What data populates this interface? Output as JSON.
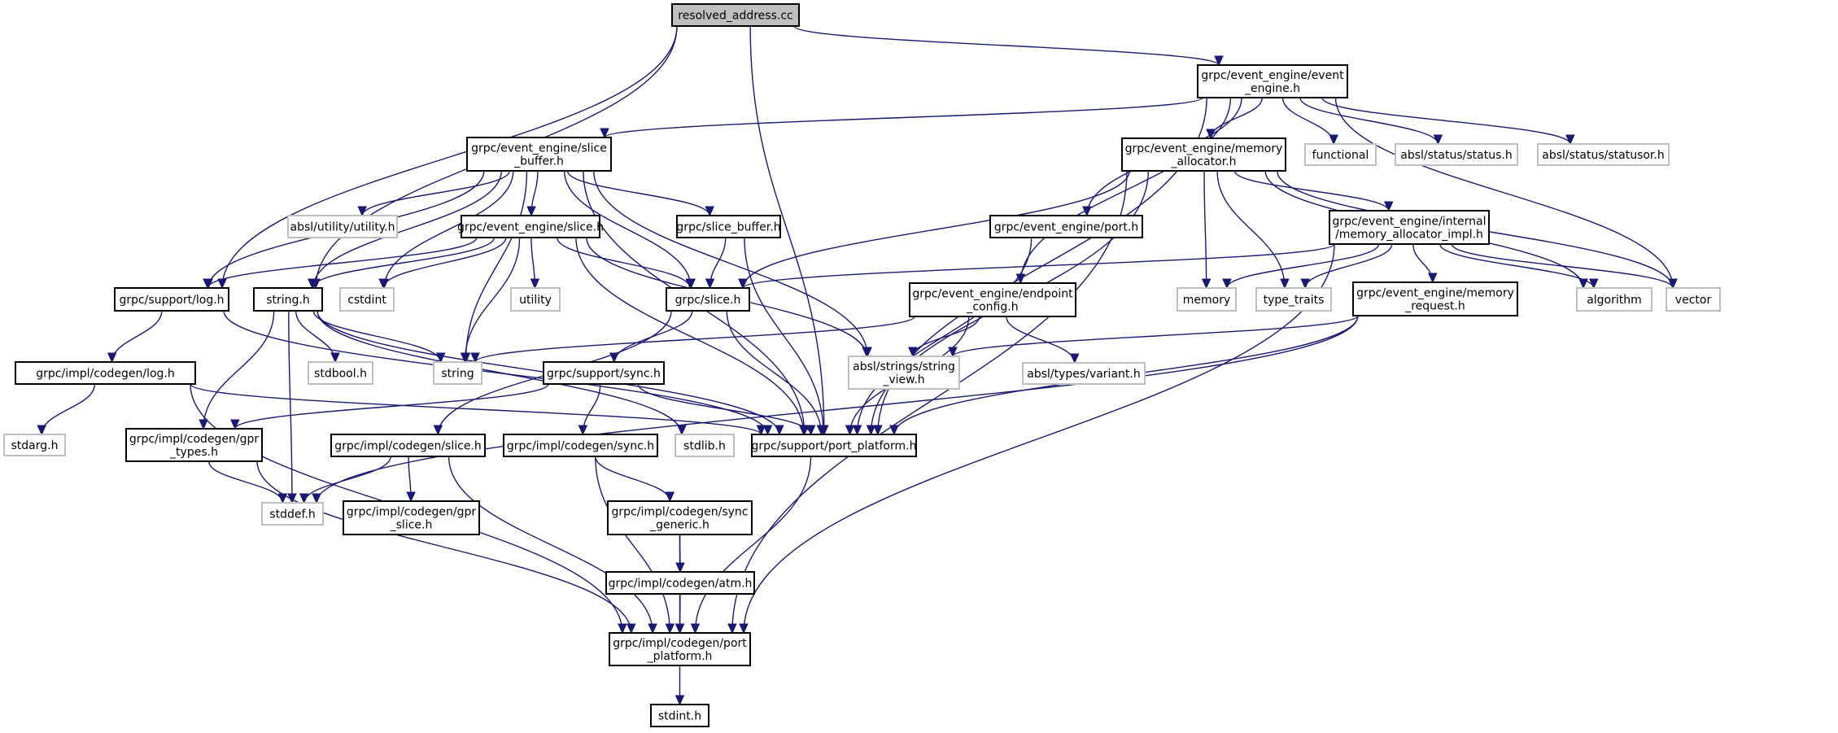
{
  "diagram": {
    "type": "include-dependency-graph",
    "title": "resolved_address.cc",
    "colors": {
      "edge": "#191970",
      "root_fill": "#bfbfbf",
      "node_border": "#000000",
      "external_border": "#bfbfbf"
    },
    "nodes": [
      {
        "id": "root",
        "lines": [
          "resolved_address.cc"
        ],
        "kind": "root"
      },
      {
        "id": "ee_event_engine",
        "lines": [
          "grpc/event_engine/event",
          "_engine.h"
        ],
        "kind": "main"
      },
      {
        "id": "ee_slice_buffer",
        "lines": [
          "grpc/event_engine/slice",
          "_buffer.h"
        ],
        "kind": "main"
      },
      {
        "id": "ee_memory_allocator",
        "lines": [
          "grpc/event_engine/memory",
          "_allocator.h"
        ],
        "kind": "main"
      },
      {
        "id": "functional",
        "lines": [
          "functional"
        ],
        "kind": "ext"
      },
      {
        "id": "absl_status",
        "lines": [
          "absl/status/status.h"
        ],
        "kind": "ext"
      },
      {
        "id": "absl_statusor",
        "lines": [
          "absl/status/statusor.h"
        ],
        "kind": "ext"
      },
      {
        "id": "absl_utility",
        "lines": [
          "absl/utility/utility.h"
        ],
        "kind": "ext"
      },
      {
        "id": "ee_slice",
        "lines": [
          "grpc/event_engine/slice.h"
        ],
        "kind": "main"
      },
      {
        "id": "grpc_slice_buffer",
        "lines": [
          "grpc/slice_buffer.h"
        ],
        "kind": "main"
      },
      {
        "id": "ee_port",
        "lines": [
          "grpc/event_engine/port.h"
        ],
        "kind": "main"
      },
      {
        "id": "ee_mem_alloc_impl",
        "lines": [
          "grpc/event_engine/internal",
          "/memory_allocator_impl.h"
        ],
        "kind": "main"
      },
      {
        "id": "support_log",
        "lines": [
          "grpc/support/log.h"
        ],
        "kind": "main"
      },
      {
        "id": "string_h",
        "lines": [
          "string.h"
        ],
        "kind": "main"
      },
      {
        "id": "cstdint",
        "lines": [
          "cstdint"
        ],
        "kind": "ext"
      },
      {
        "id": "utility",
        "lines": [
          "utility"
        ],
        "kind": "ext"
      },
      {
        "id": "grpc_slice",
        "lines": [
          "grpc/slice.h"
        ],
        "kind": "main"
      },
      {
        "id": "ee_endpoint_config",
        "lines": [
          "grpc/event_engine/endpoint",
          "_config.h"
        ],
        "kind": "main"
      },
      {
        "id": "memory",
        "lines": [
          "memory"
        ],
        "kind": "ext"
      },
      {
        "id": "type_traits",
        "lines": [
          "type_traits"
        ],
        "kind": "ext"
      },
      {
        "id": "ee_memory_request",
        "lines": [
          "grpc/event_engine/memory",
          "_request.h"
        ],
        "kind": "main"
      },
      {
        "id": "algorithm",
        "lines": [
          "algorithm"
        ],
        "kind": "ext"
      },
      {
        "id": "vector",
        "lines": [
          "vector"
        ],
        "kind": "ext"
      },
      {
        "id": "codegen_log",
        "lines": [
          "grpc/impl/codegen/log.h"
        ],
        "kind": "main"
      },
      {
        "id": "stdbool",
        "lines": [
          "stdbool.h"
        ],
        "kind": "ext"
      },
      {
        "id": "string",
        "lines": [
          "string"
        ],
        "kind": "ext"
      },
      {
        "id": "support_sync",
        "lines": [
          "grpc/support/sync.h"
        ],
        "kind": "main"
      },
      {
        "id": "absl_string_view",
        "lines": [
          "absl/strings/string",
          "_view.h"
        ],
        "kind": "ext"
      },
      {
        "id": "absl_variant",
        "lines": [
          "absl/types/variant.h"
        ],
        "kind": "ext"
      },
      {
        "id": "stdarg",
        "lines": [
          "stdarg.h"
        ],
        "kind": "ext"
      },
      {
        "id": "gpr_types",
        "lines": [
          "grpc/impl/codegen/gpr",
          "_types.h"
        ],
        "kind": "main"
      },
      {
        "id": "codegen_slice",
        "lines": [
          "grpc/impl/codegen/slice.h"
        ],
        "kind": "main"
      },
      {
        "id": "codegen_sync",
        "lines": [
          "grpc/impl/codegen/sync.h"
        ],
        "kind": "main"
      },
      {
        "id": "stdlib",
        "lines": [
          "stdlib.h"
        ],
        "kind": "ext"
      },
      {
        "id": "support_port_platform",
        "lines": [
          "grpc/support/port_platform.h"
        ],
        "kind": "main"
      },
      {
        "id": "stddef",
        "lines": [
          "stddef.h"
        ],
        "kind": "ext"
      },
      {
        "id": "gpr_slice",
        "lines": [
          "grpc/impl/codegen/gpr",
          "_slice.h"
        ],
        "kind": "main"
      },
      {
        "id": "sync_generic",
        "lines": [
          "grpc/impl/codegen/sync",
          "_generic.h"
        ],
        "kind": "main"
      },
      {
        "id": "atm",
        "lines": [
          "grpc/impl/codegen/atm.h"
        ],
        "kind": "main"
      },
      {
        "id": "codegen_port_platform",
        "lines": [
          "grpc/impl/codegen/port",
          "_platform.h"
        ],
        "kind": "main"
      },
      {
        "id": "stdint",
        "lines": [
          "stdint.h"
        ],
        "kind": "main"
      }
    ],
    "edges": [
      [
        "root",
        "ee_event_engine"
      ],
      [
        "root",
        "support_log"
      ],
      [
        "root",
        "string_h"
      ],
      [
        "root",
        "support_port_platform"
      ],
      [
        "ee_event_engine",
        "ee_slice_buffer"
      ],
      [
        "ee_event_engine",
        "ee_memory_allocator"
      ],
      [
        "ee_event_engine",
        "functional"
      ],
      [
        "ee_event_engine",
        "absl_status"
      ],
      [
        "ee_event_engine",
        "absl_statusor"
      ],
      [
        "ee_event_engine",
        "vector"
      ],
      [
        "ee_event_engine",
        "ee_port"
      ],
      [
        "ee_event_engine",
        "ee_endpoint_config"
      ],
      [
        "ee_event_engine",
        "support_port_platform"
      ],
      [
        "ee_slice_buffer",
        "absl_utility"
      ],
      [
        "ee_slice_buffer",
        "ee_slice"
      ],
      [
        "ee_slice_buffer",
        "grpc_slice_buffer"
      ],
      [
        "ee_slice_buffer",
        "grpc_slice"
      ],
      [
        "ee_slice_buffer",
        "support_log"
      ],
      [
        "ee_slice_buffer",
        "string_h"
      ],
      [
        "ee_slice_buffer",
        "cstdint"
      ],
      [
        "ee_slice_buffer",
        "string"
      ],
      [
        "ee_slice_buffer",
        "support_port_platform"
      ],
      [
        "ee_slice_buffer",
        "absl_string_view"
      ],
      [
        "ee_memory_allocator",
        "memory"
      ],
      [
        "ee_memory_allocator",
        "type_traits"
      ],
      [
        "ee_memory_allocator",
        "ee_mem_alloc_impl"
      ],
      [
        "ee_memory_allocator",
        "algorithm"
      ],
      [
        "ee_memory_allocator",
        "vector"
      ],
      [
        "ee_memory_allocator",
        "grpc_slice"
      ],
      [
        "ee_memory_allocator",
        "support_port_platform"
      ],
      [
        "ee_memory_allocator",
        "codegen_port_platform"
      ],
      [
        "ee_mem_alloc_impl",
        "memory"
      ],
      [
        "ee_mem_alloc_impl",
        "type_traits"
      ],
      [
        "ee_mem_alloc_impl",
        "ee_memory_request"
      ],
      [
        "ee_mem_alloc_impl",
        "algorithm"
      ],
      [
        "ee_mem_alloc_impl",
        "vector"
      ],
      [
        "ee_mem_alloc_impl",
        "grpc_slice"
      ],
      [
        "ee_mem_alloc_impl",
        "codegen_port_platform"
      ],
      [
        "ee_slice",
        "support_log"
      ],
      [
        "ee_slice",
        "string_h"
      ],
      [
        "ee_slice",
        "cstdint"
      ],
      [
        "ee_slice",
        "utility"
      ],
      [
        "ee_slice",
        "string"
      ],
      [
        "ee_slice",
        "grpc_slice"
      ],
      [
        "ee_slice",
        "support_port_platform"
      ],
      [
        "ee_slice",
        "absl_string_view"
      ],
      [
        "grpc_slice_buffer",
        "grpc_slice"
      ],
      [
        "grpc_slice_buffer",
        "support_port_platform"
      ],
      [
        "ee_port",
        "support_port_platform"
      ],
      [
        "grpc_slice",
        "support_sync"
      ],
      [
        "grpc_slice",
        "codegen_slice"
      ],
      [
        "grpc_slice",
        "support_port_platform"
      ],
      [
        "ee_endpoint_config",
        "string"
      ],
      [
        "ee_endpoint_config",
        "absl_string_view"
      ],
      [
        "ee_endpoint_config",
        "absl_variant"
      ],
      [
        "ee_endpoint_config",
        "support_port_platform"
      ],
      [
        "ee_memory_request",
        "absl_string_view"
      ],
      [
        "ee_memory_request",
        "support_port_platform"
      ],
      [
        "ee_memory_request",
        "stddef"
      ],
      [
        "support_log",
        "codegen_log"
      ],
      [
        "support_log",
        "support_port_platform"
      ],
      [
        "string_h",
        "stdbool"
      ],
      [
        "string_h",
        "string"
      ],
      [
        "string_h",
        "gpr_types"
      ],
      [
        "string_h",
        "stddef"
      ],
      [
        "string_h",
        "support_port_platform"
      ],
      [
        "string_h",
        "stdlib"
      ],
      [
        "codegen_log",
        "stdarg"
      ],
      [
        "codegen_log",
        "support_port_platform"
      ],
      [
        "codegen_log",
        "codegen_port_platform"
      ],
      [
        "support_sync",
        "gpr_types"
      ],
      [
        "support_sync",
        "codegen_sync"
      ],
      [
        "support_sync",
        "support_port_platform"
      ],
      [
        "gpr_types",
        "stddef"
      ],
      [
        "gpr_types",
        "codegen_port_platform"
      ],
      [
        "codegen_slice",
        "stddef"
      ],
      [
        "codegen_slice",
        "gpr_slice"
      ],
      [
        "codegen_slice",
        "codegen_port_platform"
      ],
      [
        "codegen_sync",
        "sync_generic"
      ],
      [
        "codegen_sync",
        "codegen_port_platform"
      ],
      [
        "sync_generic",
        "atm"
      ],
      [
        "sync_generic",
        "codegen_port_platform"
      ],
      [
        "atm",
        "codegen_port_platform"
      ],
      [
        "support_port_platform",
        "codegen_port_platform"
      ],
      [
        "codegen_port_platform",
        "stdint"
      ]
    ]
  }
}
